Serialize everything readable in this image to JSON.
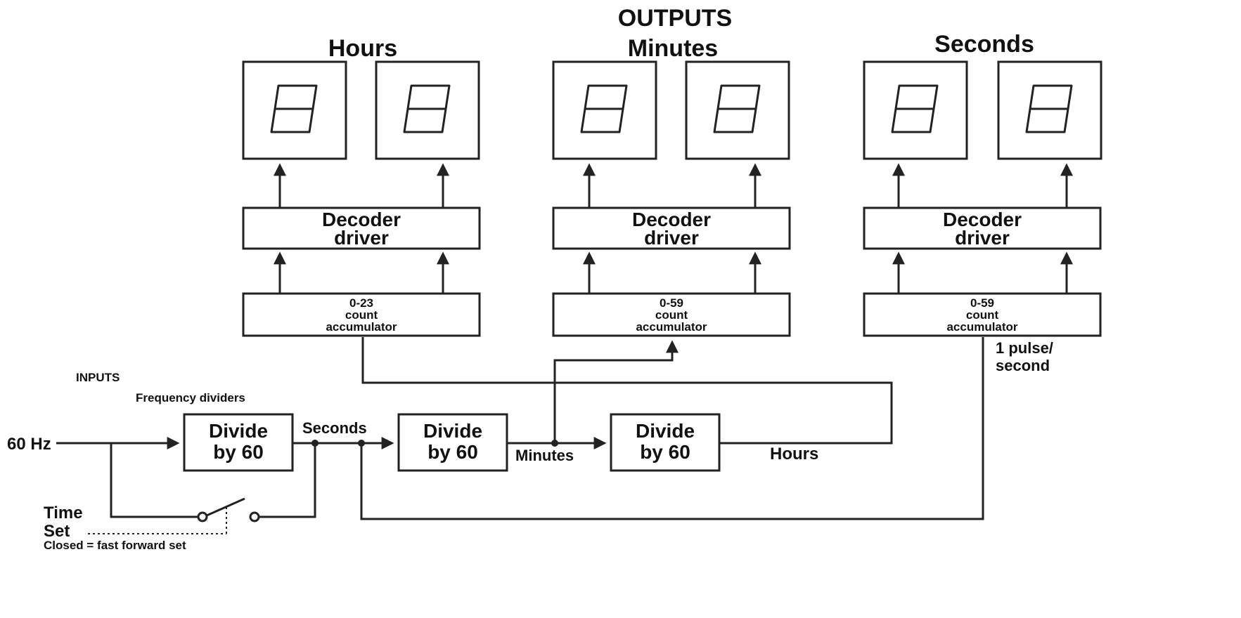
{
  "titles": {
    "outputs": "OUTPUTS",
    "hours": "Hours",
    "minutes": "Minutes",
    "seconds": "Seconds"
  },
  "decoder": {
    "line1": "Decoder",
    "line2": "driver"
  },
  "accumulators": {
    "hours": {
      "line1": "0-23",
      "line2": "count",
      "line3": "accumulator"
    },
    "minutes": {
      "line1": "0-59",
      "line2": "count",
      "line3": "accumulator"
    },
    "seconds": {
      "line1": "0-59",
      "line2": "count",
      "line3": "accumulator"
    }
  },
  "dividers": {
    "line1": "Divide",
    "line2": "by 60"
  },
  "inputs": {
    "heading": "INPUTS",
    "subheading": "Frequency dividers",
    "source": "60 Hz"
  },
  "signals": {
    "seconds": "Seconds",
    "minutes": "Minutes",
    "hours": "Hours",
    "pulse_line1": "1 pulse/",
    "pulse_line2": "second"
  },
  "time_set": {
    "line1": "Time",
    "line2": "Set",
    "note": "Closed = fast forward set"
  }
}
